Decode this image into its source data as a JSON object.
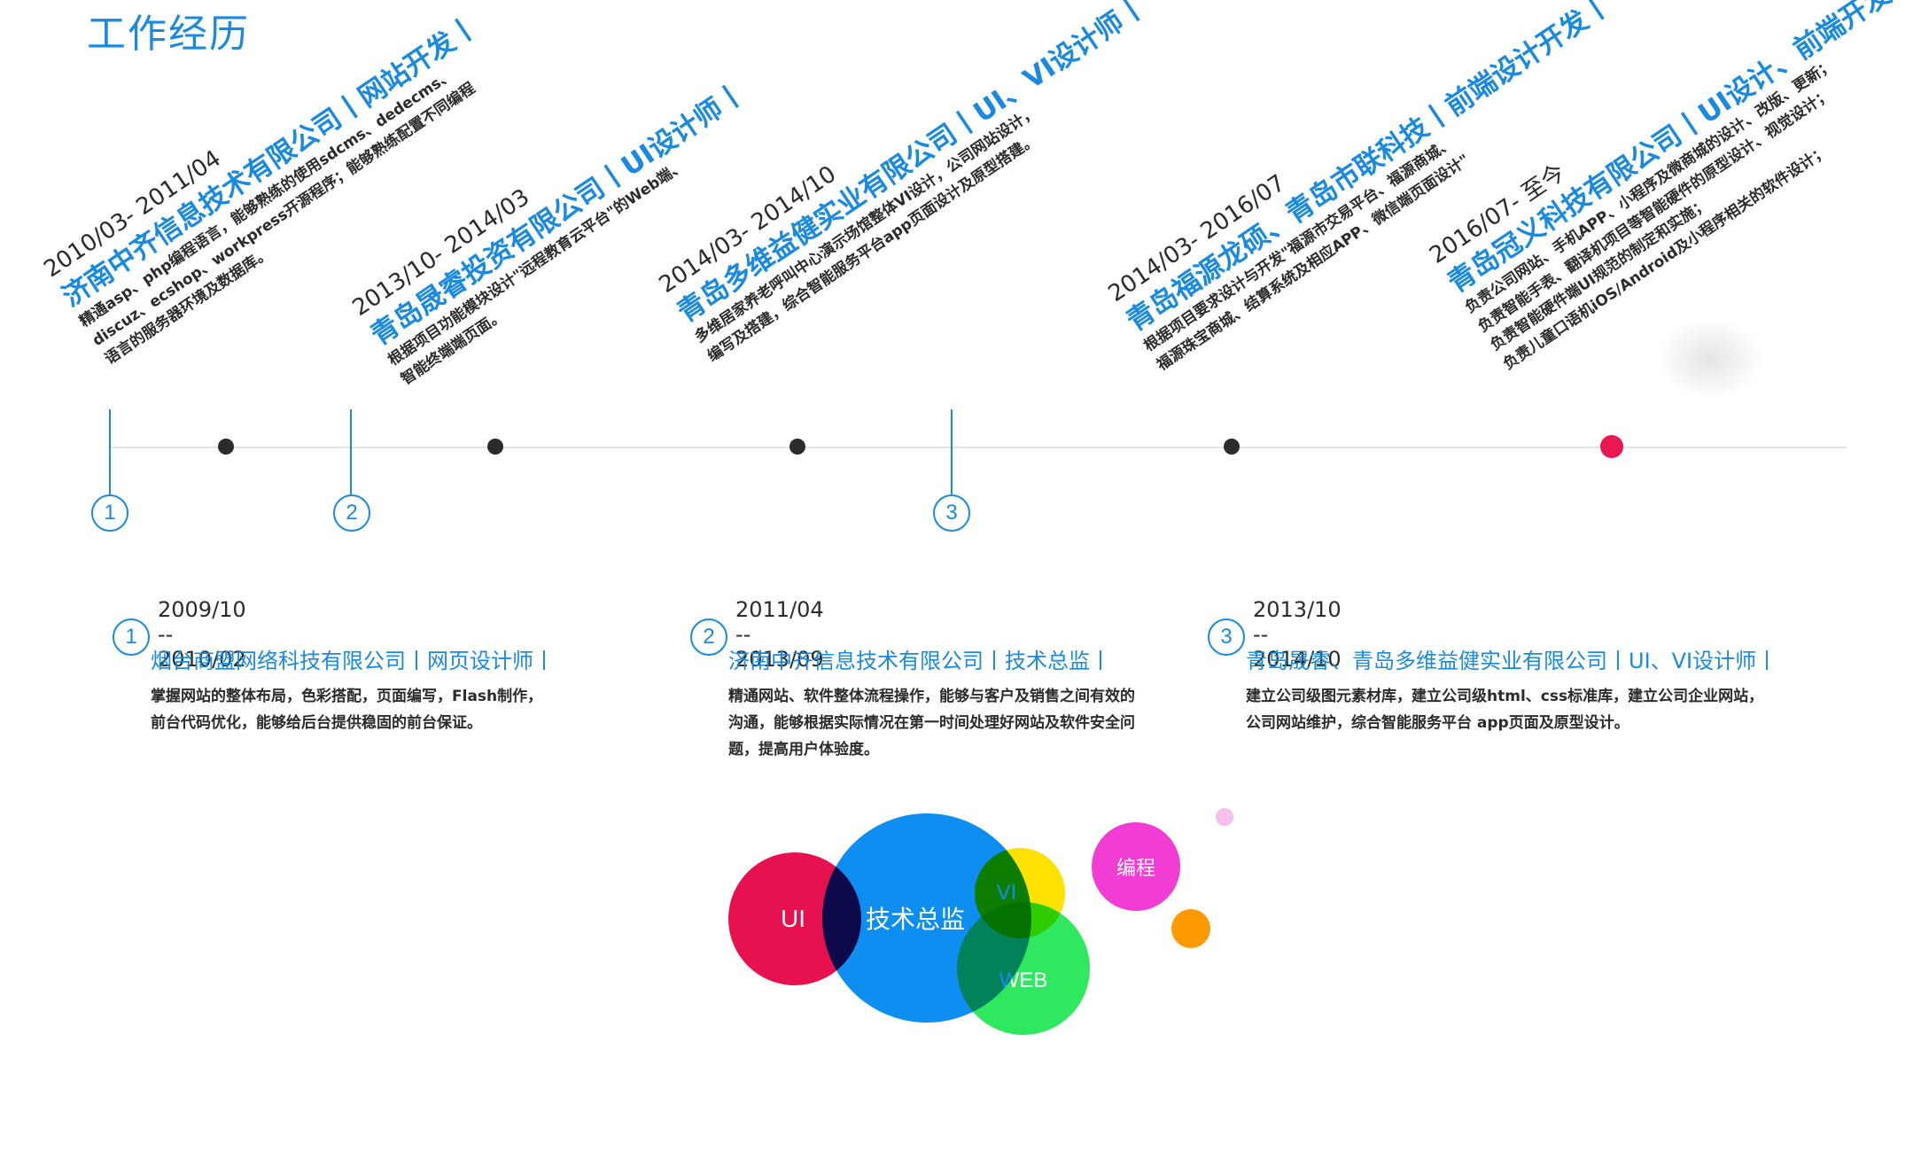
{
  "page": {
    "title": "工作经历"
  },
  "timeline": {
    "entries": [
      {
        "date": "2010/03- 2011/04",
        "company": "济南中齐信息技术有限公司丨网站开发丨",
        "description": [
          "精通asp、php编程语言，能够熟练的使用sdcms、dedecms、",
          "discuz、ecshop、workpress开源程序；能够熟练配置不同编程",
          "语言的服务器环境及数据库。"
        ]
      },
      {
        "date": "2013/10- 2014/03",
        "company": "青岛晟睿投资有限公司丨UI设计师丨",
        "description": [
          "根据项目功能模块设计\"远程教育云平台\"的Web端、",
          "智能终端端页面。"
        ]
      },
      {
        "date": "2014/03- 2014/10",
        "company": "青岛多维益健实业有限公司丨UI、VI设计师丨",
        "description": [
          "多维居家养老呼叫中心演示场馆整体VI设计，公司网站设计，",
          "编写及搭建，综合智能服务平台app页面设计及原型搭建。"
        ]
      },
      {
        "date": "2014/03- 2016/07",
        "company": "青岛福源龙硕、青岛市联科技丨前端设计开发丨",
        "description": [
          "根据项目要求设计与开发\"福源市交易平台、福源商城、",
          "福源珠宝商城、结算系统及相应APP、微信端页面设计\""
        ]
      },
      {
        "date": "2016/07- 至今",
        "company": "青岛冠义科技有限公司丨UI设计、前端开发丨",
        "description": [
          "负责公司网站、手机APP、小程序及微商城的设计、改版、更新；",
          "负责智能手表、翻译机项目等智能硬件的原型设计、视觉设计；",
          "负责智能硬件端UI规范的制定和实施；",
          "负责儿童口语机iOS/Android及小程序相关的软件设计；"
        ]
      }
    ],
    "markers": [
      "1",
      "2",
      "3"
    ]
  },
  "early_career": [
    {
      "number": "1",
      "date": "2009/10 -- 2010/02",
      "company": "烟台商盟网络科技有限公司丨网页设计师丨",
      "description": [
        "掌握网站的整体布局，色彩搭配，页面编写，Flash制作，",
        "前台代码优化，能够给后台提供稳固的前台保证。"
      ]
    },
    {
      "number": "2",
      "date": "2011/04 -- 2013/09",
      "company": "济南中齐信息技术有限公司丨技术总监丨",
      "description": [
        "精通网站、软件整体流程操作，能够与客户及销售之间有效的",
        "沟通，能够根据实际情况在第一时间处理好网站及软件安全问",
        "题，提高用户体验度。"
      ]
    },
    {
      "number": "3",
      "date": "2013/10 -- 2014/10",
      "company": "青岛晟睿、青岛多维益健实业有限公司丨UI、VI设计师丨",
      "description": [
        "建立公司级图元素材库，建立公司级html、css标准库，建立公司企业网站，",
        "公司网站维护，综合智能服务平台 app页面及原型设计。"
      ]
    }
  ],
  "skills": {
    "ui": "UI",
    "director": "技术总监",
    "vi": "VI",
    "web": "WEB",
    "coding": "编程"
  },
  "colors": {
    "accent": "#1a8ae0",
    "current_dot": "#ea1852",
    "ui_bubble": "#e8114f",
    "director_bubble": "#0d8ef0",
    "vi_bubble": "#ffe100",
    "web_bubble": "#2fe860",
    "coding_bubble": "#f23dd4",
    "orange_bubble": "#ff9a00",
    "pink_bubble": "#f6c0ec"
  }
}
